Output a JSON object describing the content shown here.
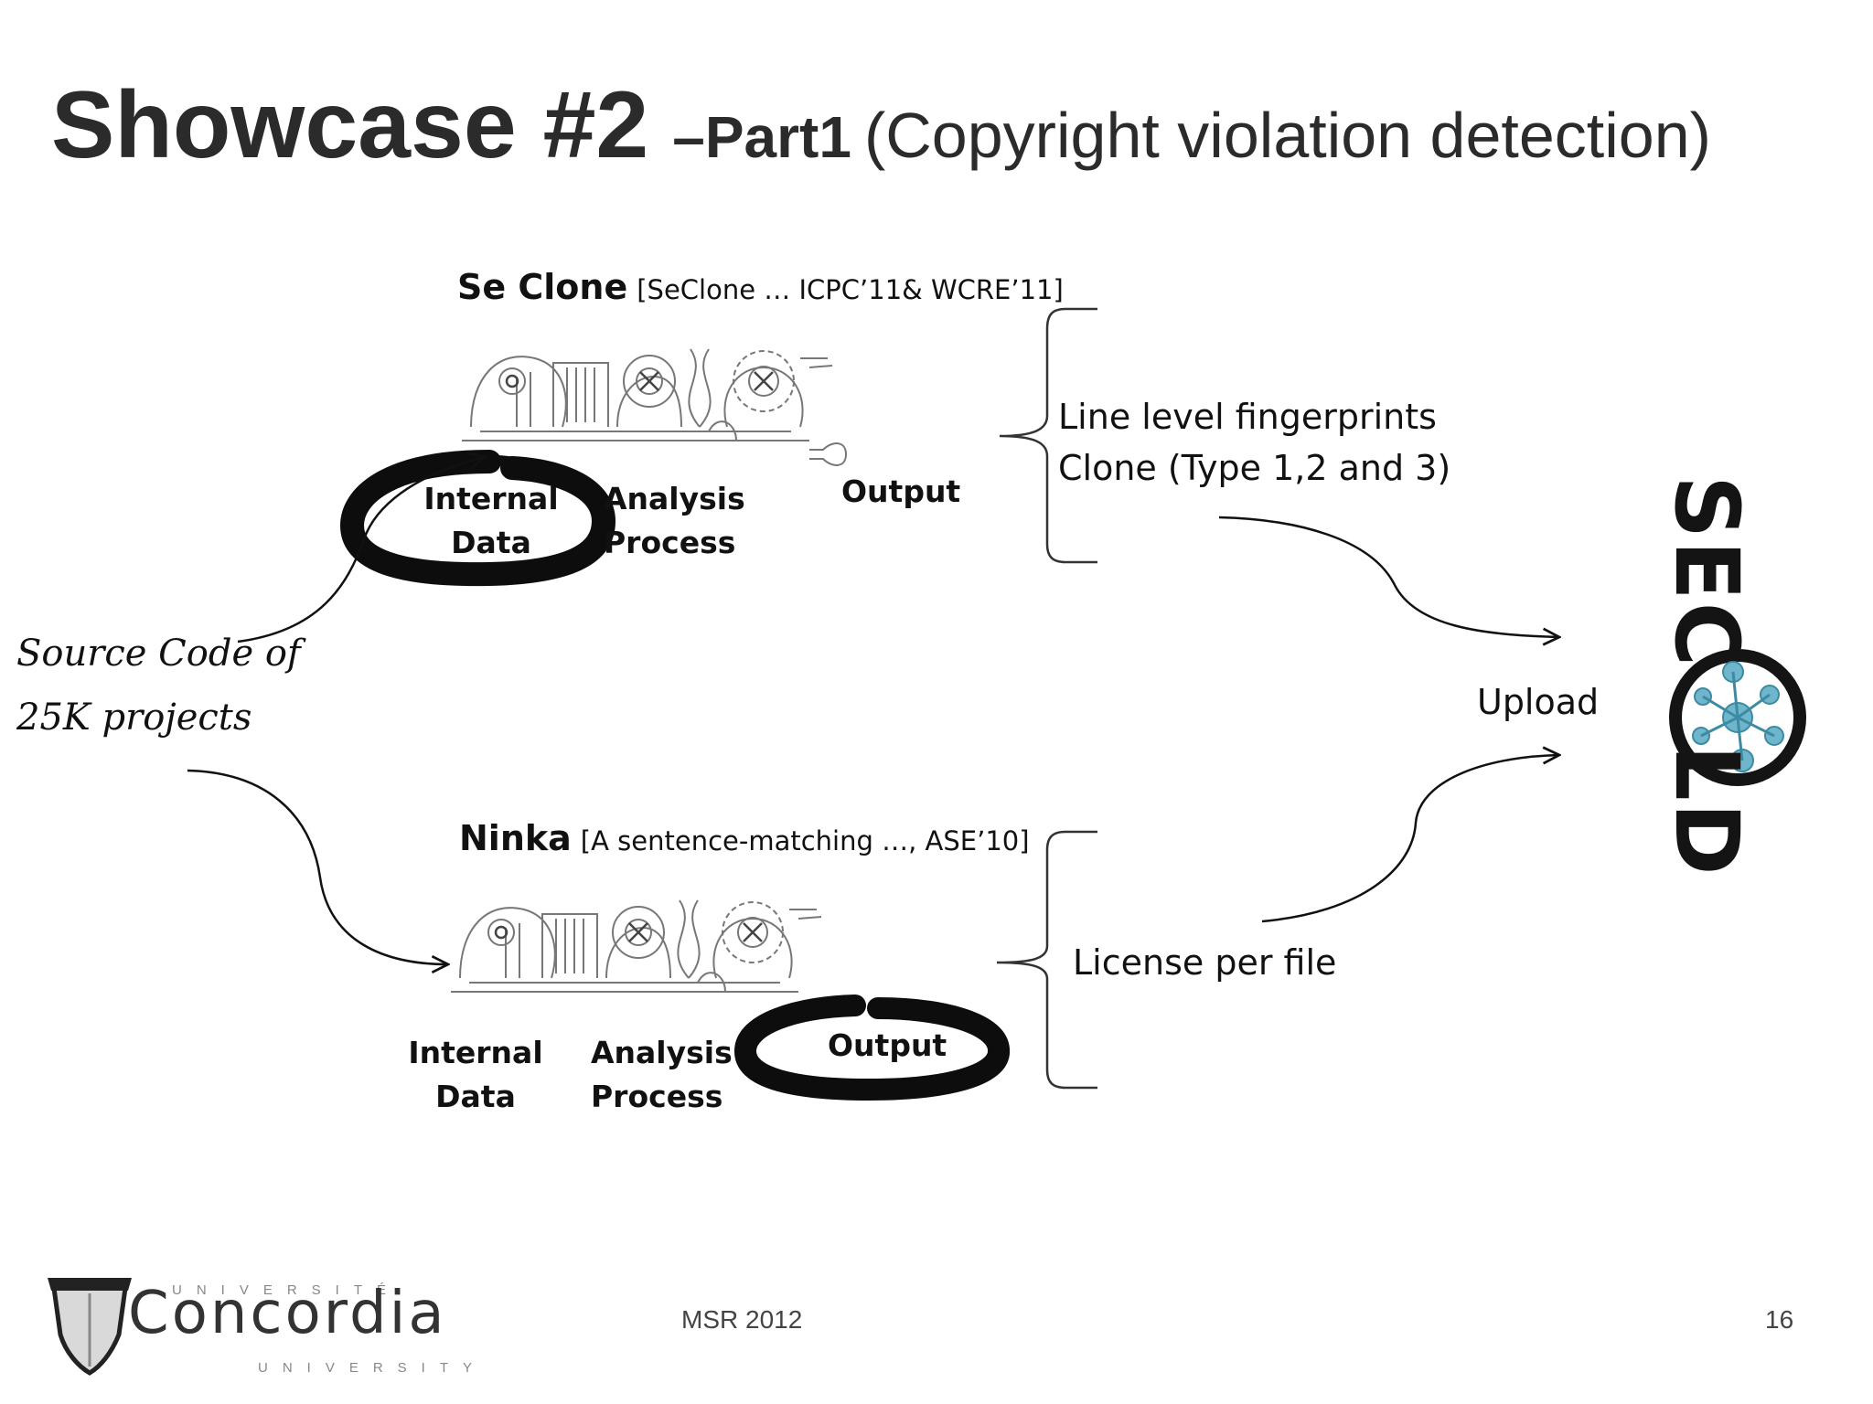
{
  "title": {
    "main": "Showcase #2",
    "part": "–Part1",
    "subtitle": "(Copyright violation detection)"
  },
  "source": {
    "line1": "Source Code of",
    "line2": "25K projects"
  },
  "seclone": {
    "name": "Se Clone",
    "reference": "[SeClone … ICPC’11& WCRE’11]",
    "internal_data": [
      "Internal",
      "Data"
    ],
    "analysis_process": [
      "Analysis",
      "Process"
    ],
    "output": "Output",
    "results": [
      "Line level fingerprints",
      "Clone (Type 1,2 and 3)"
    ]
  },
  "ninka": {
    "name": "Ninka",
    "reference": "[A sentence-matching …, ASE’10]",
    "internal_data": [
      "Internal",
      "Data"
    ],
    "analysis_process": [
      "Analysis",
      "Process"
    ],
    "output": "Output",
    "results": [
      "License per file"
    ]
  },
  "upload": "Upload",
  "logo": {
    "secold_letters": [
      "S",
      "E",
      "C",
      "O",
      "L",
      "D"
    ],
    "concordia": "Concordia",
    "universite": "UNIVERSITÉ",
    "university": "UNIVERSITY"
  },
  "footer": {
    "conference": "MSR 2012",
    "page": "16"
  }
}
